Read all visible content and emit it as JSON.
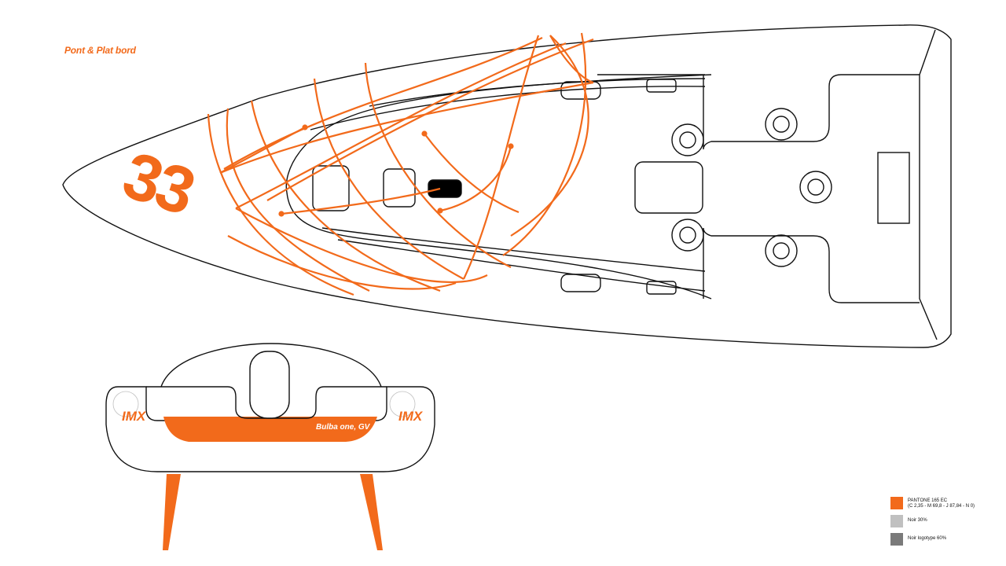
{
  "title": "Pont & Plat bord",
  "boat_number": "33",
  "side_view": {
    "logo_text": "IMX",
    "boat_name": "Bulba one, GV"
  },
  "legend": [
    {
      "color": "#f26a1b",
      "label_line1": "PANTONE 165 EC",
      "label_line2": "(C 2,35 - M 69,8 - J 87,84 - N 0)"
    },
    {
      "color": "#c0c0c0",
      "label_line1": "Noir 30%",
      "label_line2": ""
    },
    {
      "color": "#7a7a7a",
      "label_line1": "Noir logotype 60%",
      "label_line2": ""
    }
  ],
  "colors": {
    "accent": "#f26a1b",
    "outline": "#111111"
  }
}
